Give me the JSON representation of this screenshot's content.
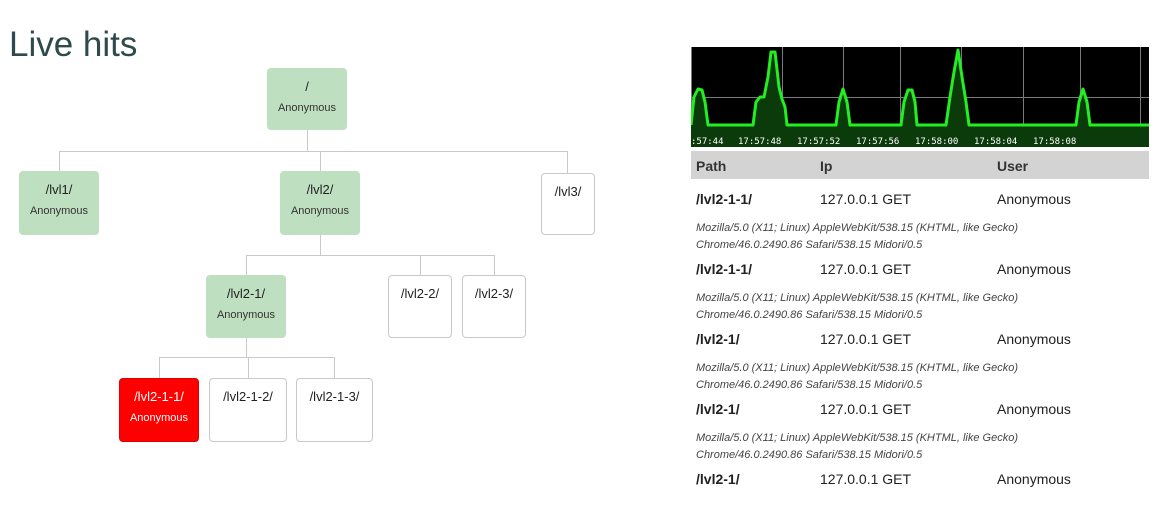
{
  "page": {
    "title": "Live hits"
  },
  "tree": {
    "nodes": [
      {
        "id": "root",
        "path": "/",
        "user": "Anonymous",
        "state": "visited"
      },
      {
        "id": "lvl1",
        "path": "/lvl1/",
        "user": "Anonymous",
        "state": "visited"
      },
      {
        "id": "lvl2",
        "path": "/lvl2/",
        "user": "Anonymous",
        "state": "visited"
      },
      {
        "id": "lvl3",
        "path": "/lvl3/",
        "user": "",
        "state": "normal"
      },
      {
        "id": "lvl2-1",
        "path": "/lvl2-1/",
        "user": "Anonymous",
        "state": "visited"
      },
      {
        "id": "lvl2-2",
        "path": "/lvl2-2/",
        "user": "",
        "state": "normal"
      },
      {
        "id": "lvl2-3",
        "path": "/lvl2-3/",
        "user": "",
        "state": "normal"
      },
      {
        "id": "lvl2-1-1",
        "path": "/lvl2-1-1/",
        "user": "Anonymous",
        "state": "active"
      },
      {
        "id": "lvl2-1-2",
        "path": "/lvl2-1-2/",
        "user": "",
        "state": "normal"
      },
      {
        "id": "lvl2-1-3",
        "path": "/lvl2-1-3/",
        "user": "",
        "state": "normal"
      }
    ],
    "colors": {
      "visited": "#bfdfc1",
      "active": "#ff0000",
      "border": "#c9c9c9"
    }
  },
  "graph": {
    "time_labels": [
      ":57:44",
      "17:57:48",
      "17:57:52",
      "17:57:56",
      "17:58:00",
      "17:58:04",
      "17:58:08"
    ],
    "colors": {
      "background": "#000000",
      "line": "#22ee22",
      "fill": "#0b3a0b",
      "grid": "#7a7a7a"
    }
  },
  "hits": {
    "columns": [
      "Path",
      "Ip",
      "User"
    ],
    "rows": [
      {
        "path": "/lvl2-1-1/",
        "ip": "127.0.0.1 GET",
        "user": "Anonymous",
        "ua_line1": "Mozilla/5.0 (X11; Linux) AppleWebKit/538.15 (KHTML, like Gecko)",
        "ua_line2": "Chrome/46.0.2490.86 Safari/538.15 Midori/0.5"
      },
      {
        "path": "/lvl2-1-1/",
        "ip": "127.0.0.1 GET",
        "user": "Anonymous",
        "ua_line1": "Mozilla/5.0 (X11; Linux) AppleWebKit/538.15 (KHTML, like Gecko)",
        "ua_line2": "Chrome/46.0.2490.86 Safari/538.15 Midori/0.5"
      },
      {
        "path": "/lvl2-1/",
        "ip": "127.0.0.1 GET",
        "user": "Anonymous",
        "ua_line1": "Mozilla/5.0 (X11; Linux) AppleWebKit/538.15 (KHTML, like Gecko)",
        "ua_line2": "Chrome/46.0.2490.86 Safari/538.15 Midori/0.5"
      },
      {
        "path": "/lvl2-1/",
        "ip": "127.0.0.1 GET",
        "user": "Anonymous",
        "ua_line1": "Mozilla/5.0 (X11; Linux) AppleWebKit/538.15 (KHTML, like Gecko)",
        "ua_line2": "Chrome/46.0.2490.86 Safari/538.15 Midori/0.5"
      },
      {
        "path": "/lvl2-1/",
        "ip": "127.0.0.1 GET",
        "user": "Anonymous",
        "ua_line1": "",
        "ua_line2": ""
      }
    ]
  }
}
